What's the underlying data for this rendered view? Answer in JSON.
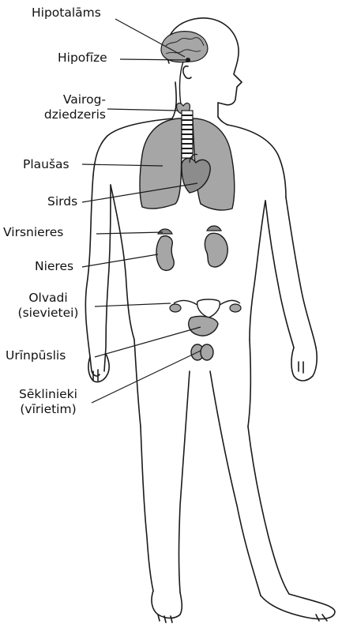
{
  "labels": {
    "hipotalams": "Hipotalāms",
    "hipofize": "Hipofīze",
    "vairog_line1": "Vairog-",
    "vairog_line2": "dziedzeris",
    "plausas": "Plaušas",
    "sirds": "Sirds",
    "virsnieres": "Virsnieres",
    "nieres": "Nieres",
    "olvadi_line1": "Olvadi",
    "olvadi_line2": "(sievietei)",
    "urinpuslis": "Urīnpūslis",
    "seklinieki_line1": "Sēklinieki",
    "seklinieki_line2": "(vīrietim)"
  },
  "colors": {
    "organ_fill": "#a6a6a6",
    "organ_fill_dark": "#8c8c8c",
    "line": "#1a1a1a",
    "background": "#ffffff"
  }
}
